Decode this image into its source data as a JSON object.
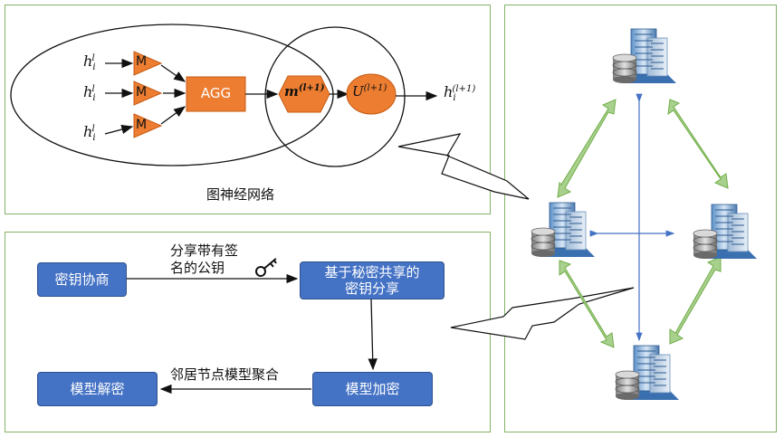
{
  "gnn_panel": {
    "caption": "图神经网络",
    "inputs": [
      {
        "base": "h",
        "sub": "i",
        "sup": "l"
      },
      {
        "base": "h",
        "sub": "i",
        "sup": "l"
      },
      {
        "base": "h",
        "sub": "i",
        "sup": "l"
      }
    ],
    "message_label": "M",
    "agg_label": "AGG",
    "message_node": {
      "base": "m",
      "sup": "(l+1)"
    },
    "update_node": {
      "base": "U",
      "sup": "(l+1)"
    },
    "output": {
      "base": "h",
      "sub": "i",
      "sup": "(l+1)"
    },
    "colors": {
      "orange": "#ed7d31",
      "orange_dark": "#c55a11"
    }
  },
  "crypto_panel": {
    "key_negotiation": "密钥协商",
    "share_signed_key_line1": "分享带有签",
    "share_signed_key_line2": "名的公钥",
    "secret_sharing_line1": "基于秘密共享的",
    "secret_sharing_line2": "密钥分享",
    "model_encryption": "模型加密",
    "neighbor_aggregation": "邻居节点模型聚合",
    "model_decryption": "模型解密",
    "colors": {
      "box_fill": "#4472c4",
      "box_border": "#2f528f"
    }
  },
  "network_panel": {
    "nodes": [
      "top-server",
      "left-server",
      "right-server",
      "bottom-server"
    ],
    "colors": {
      "arrow_green": "#a9d18e",
      "arrow_green_dark": "#70ad47",
      "axis_blue": "#4472c4"
    }
  },
  "border_color": "#82b366"
}
